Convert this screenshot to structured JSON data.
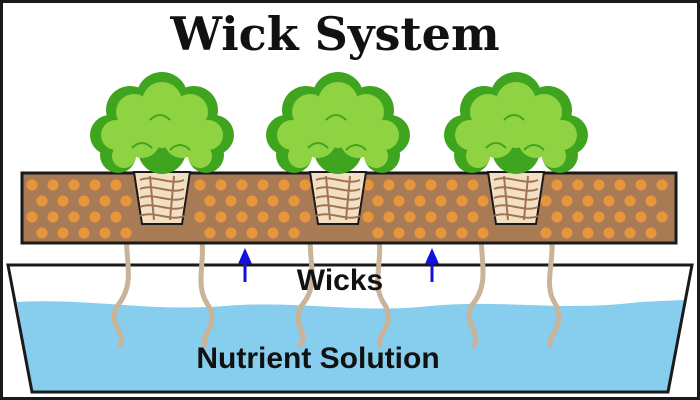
{
  "title": "Wick System",
  "labels": {
    "wicks": "Wicks",
    "nutrient_solution": "Nutrient Solution"
  },
  "colors": {
    "frame": "#1a1a1a",
    "growing_medium": "#a97b55",
    "medium_pellet": "#e8963c",
    "solution_water": "#87cdee",
    "reservoir_fill": "#ffffff",
    "wick_strand": "#c9b497",
    "arrow": "#1010e0",
    "lettuce_dark": "#3fa51f",
    "lettuce_light": "#8fd343",
    "net_pot": "#a07450"
  },
  "plants": [
    {
      "name": "lettuce-1"
    },
    {
      "name": "lettuce-2"
    },
    {
      "name": "lettuce-3"
    }
  ],
  "arrows": [
    {
      "direction": "up"
    },
    {
      "direction": "up"
    }
  ]
}
